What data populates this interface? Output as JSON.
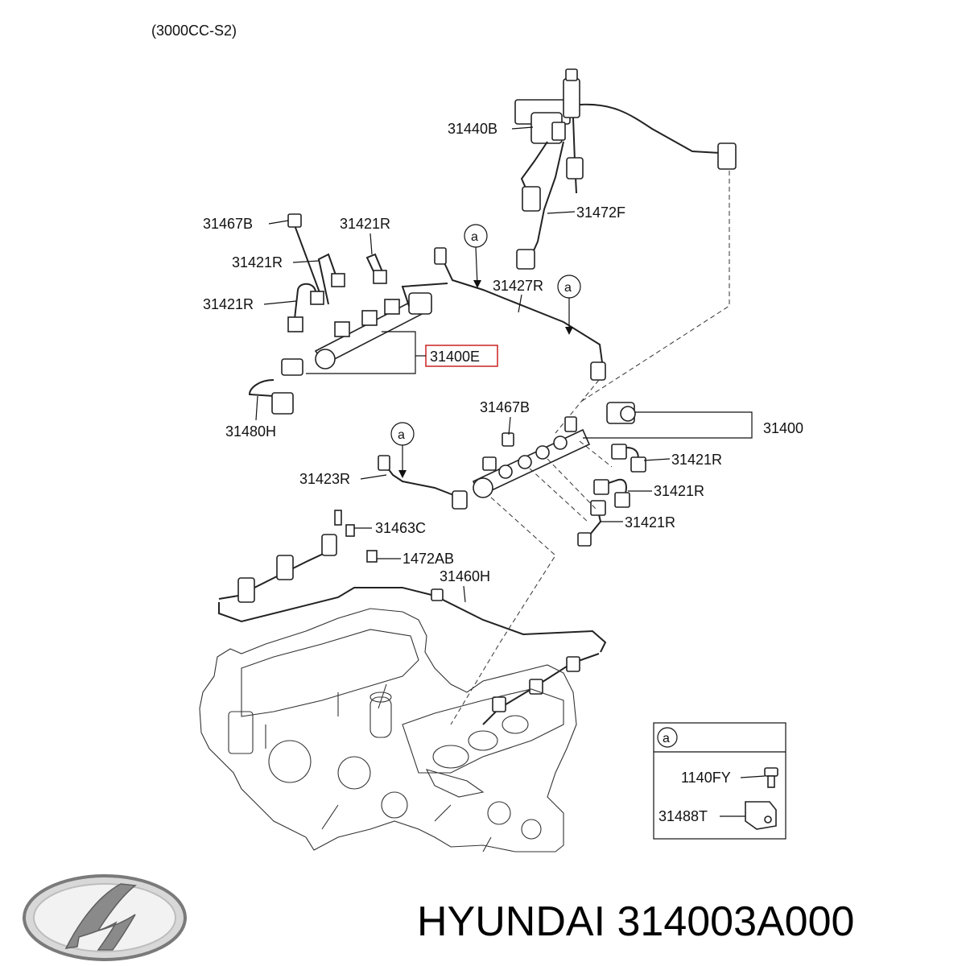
{
  "header": {
    "engine_code": "(3000CC-S2)"
  },
  "callouts": {
    "c31440B": "31440B",
    "c31472F": "31472F",
    "c31467B_top": "31467B",
    "c31421R_a": "31421R",
    "c31421R_b": "31421R",
    "c31421R_c": "31421R",
    "c31427R": "31427R",
    "c31400E": "31400E",
    "c31480H": "31480H",
    "c31467B_mid": "31467B",
    "c31400": "31400",
    "c31421R_d": "31421R",
    "c31421R_e": "31421R",
    "c31421R_f": "31421R",
    "c31423R": "31423R",
    "c31463C": "31463C",
    "c1472AB": "1472AB",
    "c31460H": "31460H"
  },
  "ref_markers": [
    "a",
    "a",
    "a"
  ],
  "detail_box": {
    "marker": "a",
    "part_bolt": "1140FY",
    "part_bracket": "31488T"
  },
  "highlight_color": "#cc2222",
  "brand": {
    "logo": "hyundai-logo",
    "caption": "HYUNDAI 314003A000"
  }
}
